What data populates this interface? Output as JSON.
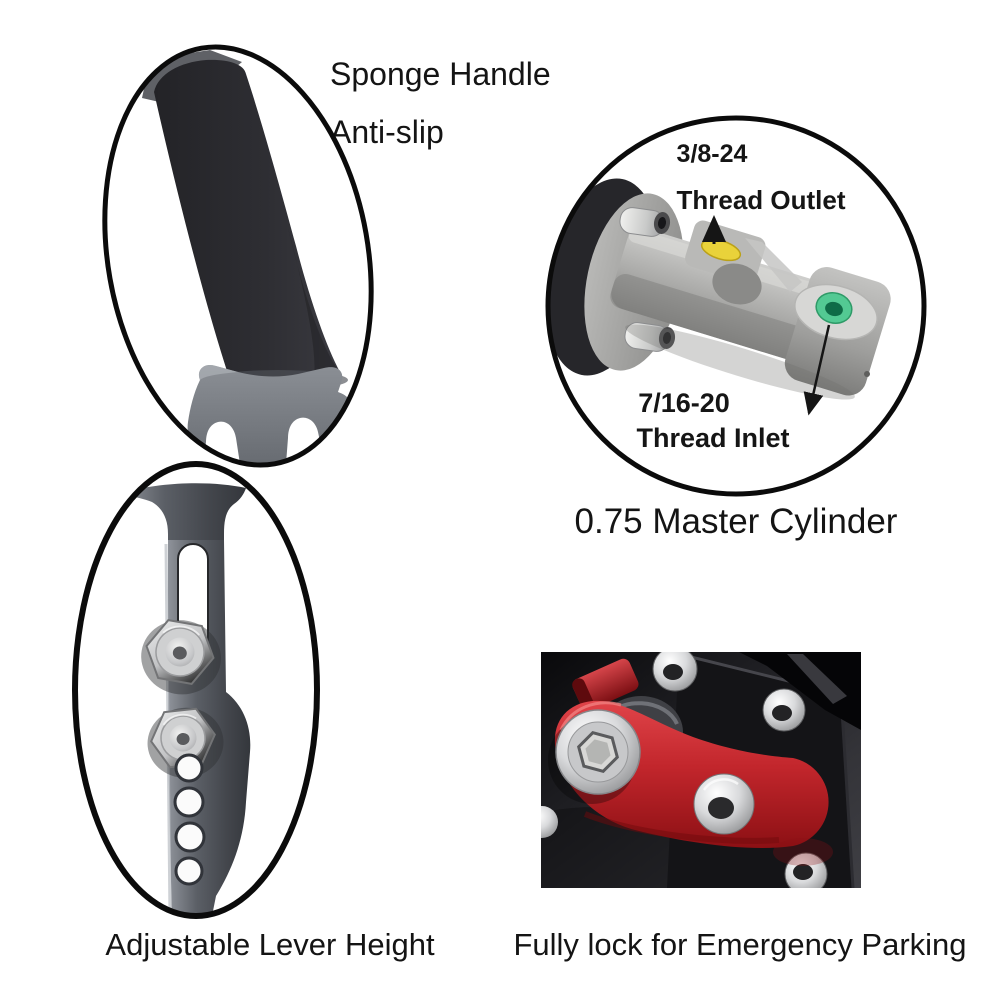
{
  "captions": {
    "sponge_handle": "Sponge Handle",
    "anti_slip": "Anti-slip",
    "master_cylinder": "0.75 Master Cylinder",
    "adjustable_lever": "Adjustable Lever Height",
    "fully_lock": "Fully lock for Emergency Parking"
  },
  "callouts": {
    "outlet_size": "3/8-24",
    "outlet_label": "Thread Outlet",
    "inlet_size": "7/16-20",
    "inlet_label": "Thread Inlet"
  },
  "icons": {
    "outlet_arrow": "up-arrow",
    "inlet_arrow": "down-left-arrow"
  },
  "figures": {
    "sponge_handle_photo": "black foam handbrake grip",
    "adjustable_lever_photo": "lever bracket with nuts and adjustment holes",
    "master_cylinder_photo": "master cylinder with ports",
    "lock_mechanism_photo": "red cam lock on black plate"
  },
  "colors": {
    "background": "#ffffff",
    "text": "#141414",
    "outline": "#0b0b0b",
    "foam": "#2c2c30",
    "bracket_gray": "#5b5f66",
    "cylinder_gray": "#a9a9a7",
    "outlet_port_yellow": "#e9d23a",
    "inlet_seal_green": "#53c993",
    "lock_red": "#c2262c",
    "plate_black": "#141417"
  }
}
